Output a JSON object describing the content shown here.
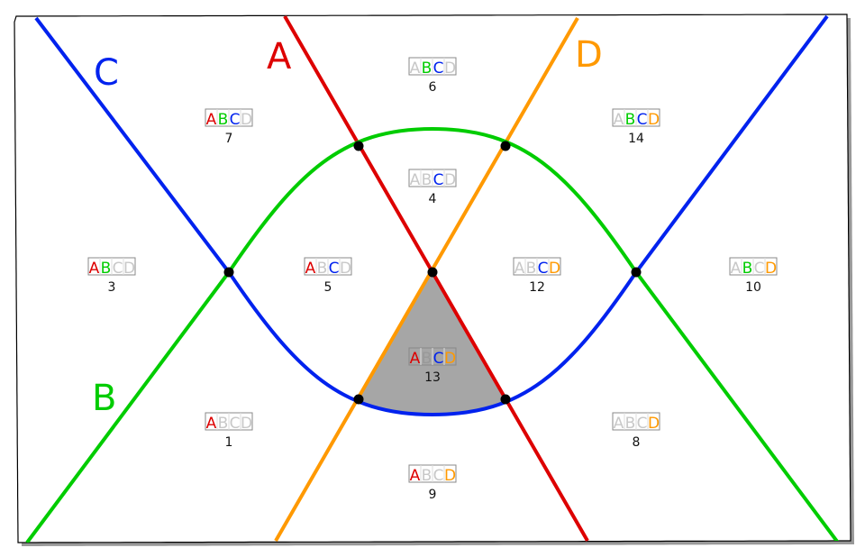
{
  "colors": {
    "A": "#dd0000",
    "B": "#00cc00",
    "C": "#0022ee",
    "D": "#ff9900",
    "inactive": "#c8c8c8",
    "shade": "#a6a6a6"
  },
  "curve_labels": {
    "A": "A",
    "B": "B",
    "C": "C",
    "D": "D"
  },
  "letters": [
    "A",
    "B",
    "C",
    "D"
  ],
  "regions": [
    {
      "number": "1",
      "active": [
        "A"
      ]
    },
    {
      "number": "3",
      "active": [
        "A",
        "B"
      ]
    },
    {
      "number": "4",
      "active": [
        "C"
      ]
    },
    {
      "number": "5",
      "active": [
        "A",
        "C"
      ]
    },
    {
      "number": "6",
      "active": [
        "B",
        "C"
      ]
    },
    {
      "number": "7",
      "active": [
        "A",
        "B",
        "C"
      ]
    },
    {
      "number": "8",
      "active": [
        "D"
      ]
    },
    {
      "number": "9",
      "active": [
        "A",
        "D"
      ]
    },
    {
      "number": "10",
      "active": [
        "B",
        "D"
      ]
    },
    {
      "number": "12",
      "active": [
        "C",
        "D"
      ]
    },
    {
      "number": "13",
      "active": [
        "A",
        "C",
        "D"
      ],
      "shaded": true
    },
    {
      "number": "14",
      "active": [
        "B",
        "C",
        "D"
      ]
    }
  ]
}
